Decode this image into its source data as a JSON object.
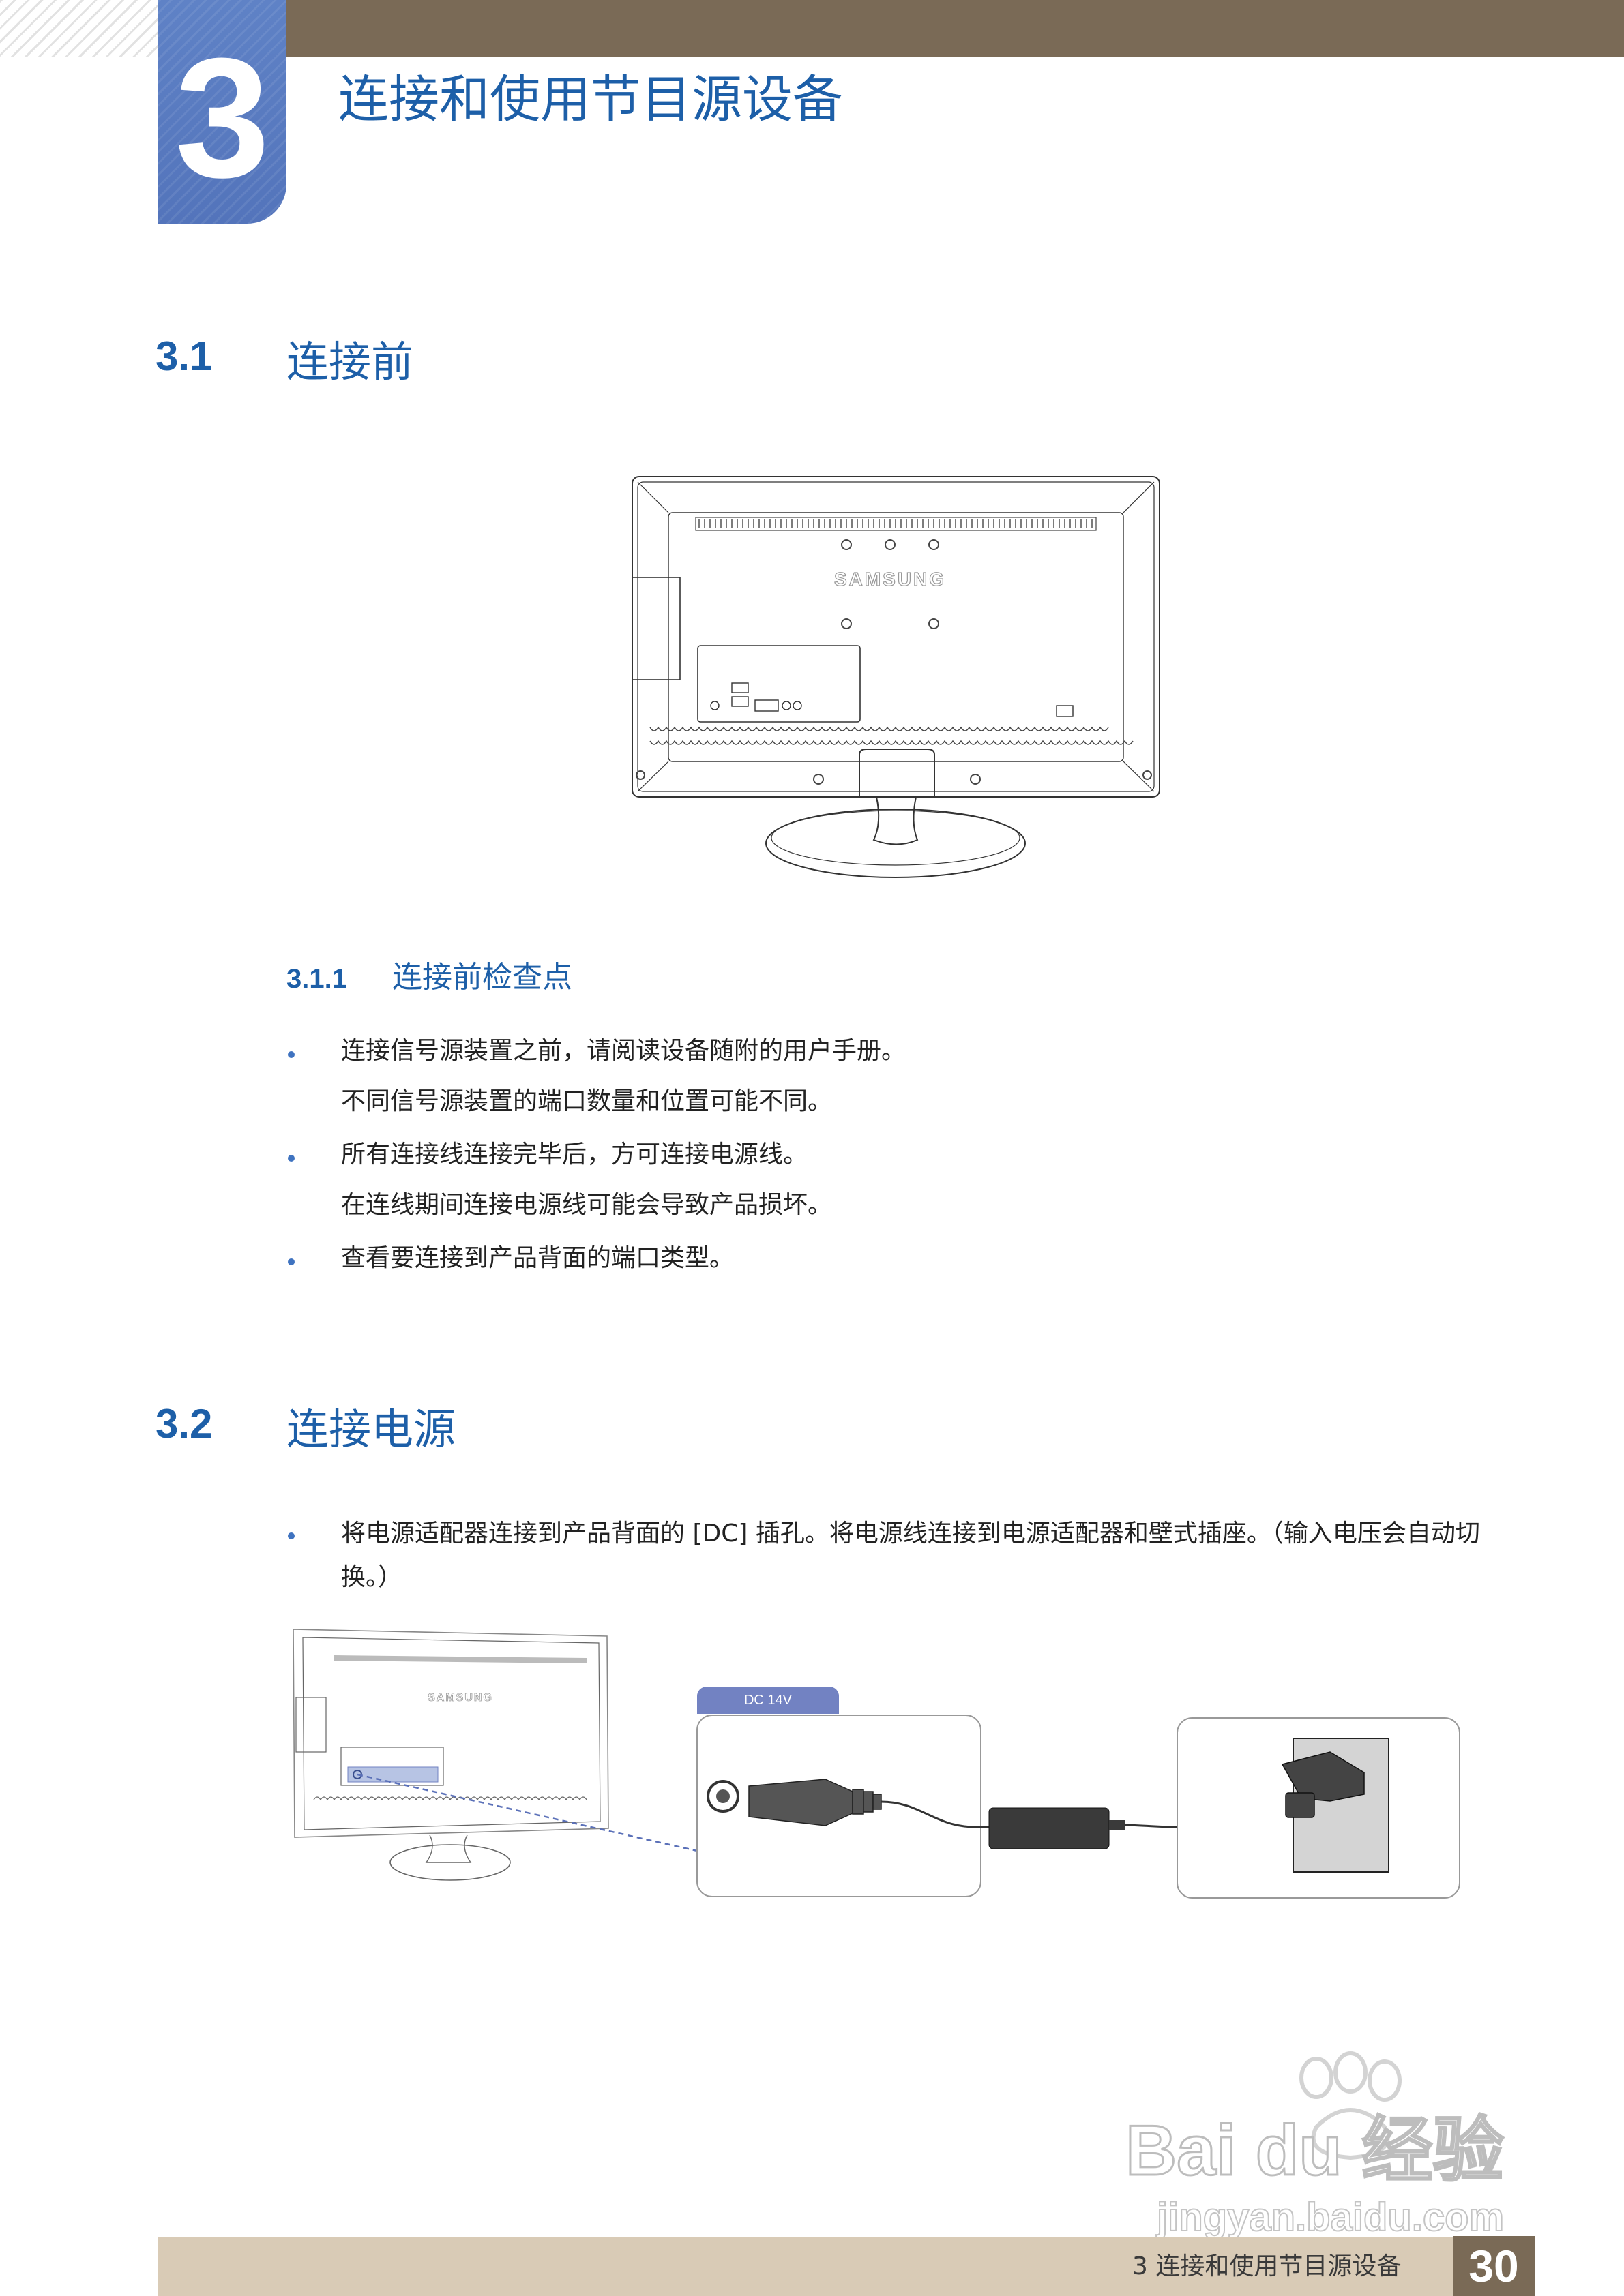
{
  "chapter": {
    "number": "3",
    "title": "连接和使用节目源设备"
  },
  "section_3_1": {
    "number": "3.1",
    "title": "连接前",
    "figure": {
      "brand": "SAMSUNG"
    },
    "subsection": {
      "number": "3.1.1",
      "title": "连接前检查点"
    },
    "bullets": [
      {
        "line1": "连接信号源装置之前，请阅读设备随附的用户手册。",
        "line2": "不同信号源装置的端口数量和位置可能不同。"
      },
      {
        "line1": "所有连接线连接完毕后，方可连接电源线。",
        "line2": "在连线期间连接电源线可能会导致产品损坏。"
      },
      {
        "line1": "查看要连接到产品背面的端口类型。"
      }
    ]
  },
  "section_3_2": {
    "number": "3.2",
    "title": "连接电源",
    "bullet_text": "将电源适配器连接到产品背面的 [DC] 插孔。将电源线连接到电源适配器和壁式插座。（输入电压会自动切换。）",
    "figure": {
      "brand": "SAMSUNG",
      "port_tab_label": "DC 14V"
    }
  },
  "footer": {
    "chapter_label": "3 连接和使用节目源设备",
    "page_number": "30"
  },
  "watermark": {
    "brand": "Bai du 经验",
    "url": "jingyan.baidu.com"
  },
  "colors": {
    "heading_blue": "#1d5fa8",
    "badge_blue": "#5374bb",
    "top_bar_brown": "#7a6a56",
    "footer_beige": "#d9cbb6",
    "tab_purple": "#7282c2"
  }
}
